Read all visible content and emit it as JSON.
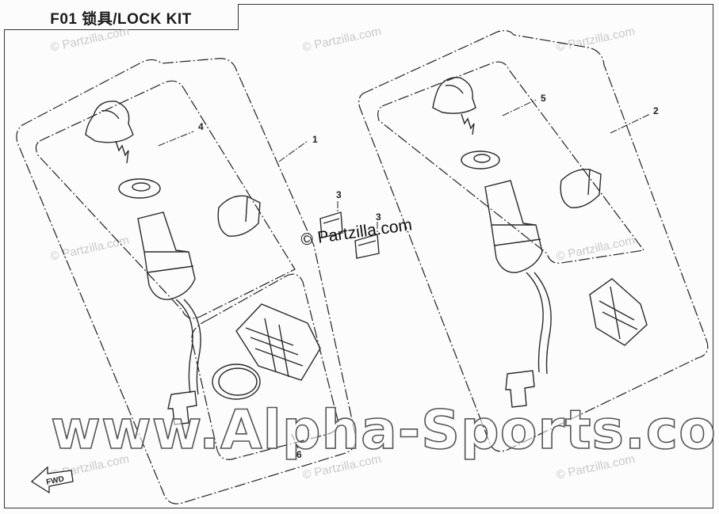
{
  "title": "F01 锁具/LOCK KIT",
  "callouts": {
    "c1": "1",
    "c2": "2",
    "c3a": "3",
    "c3b": "3",
    "c4": "4",
    "c5": "5",
    "c6": "6"
  },
  "watermarks": {
    "partzilla_small": "© Partzilla.com",
    "partzilla_center": "© Partzilla.com",
    "site": "www.Alpha-Sports.com"
  },
  "fwd_label": "FWD"
}
